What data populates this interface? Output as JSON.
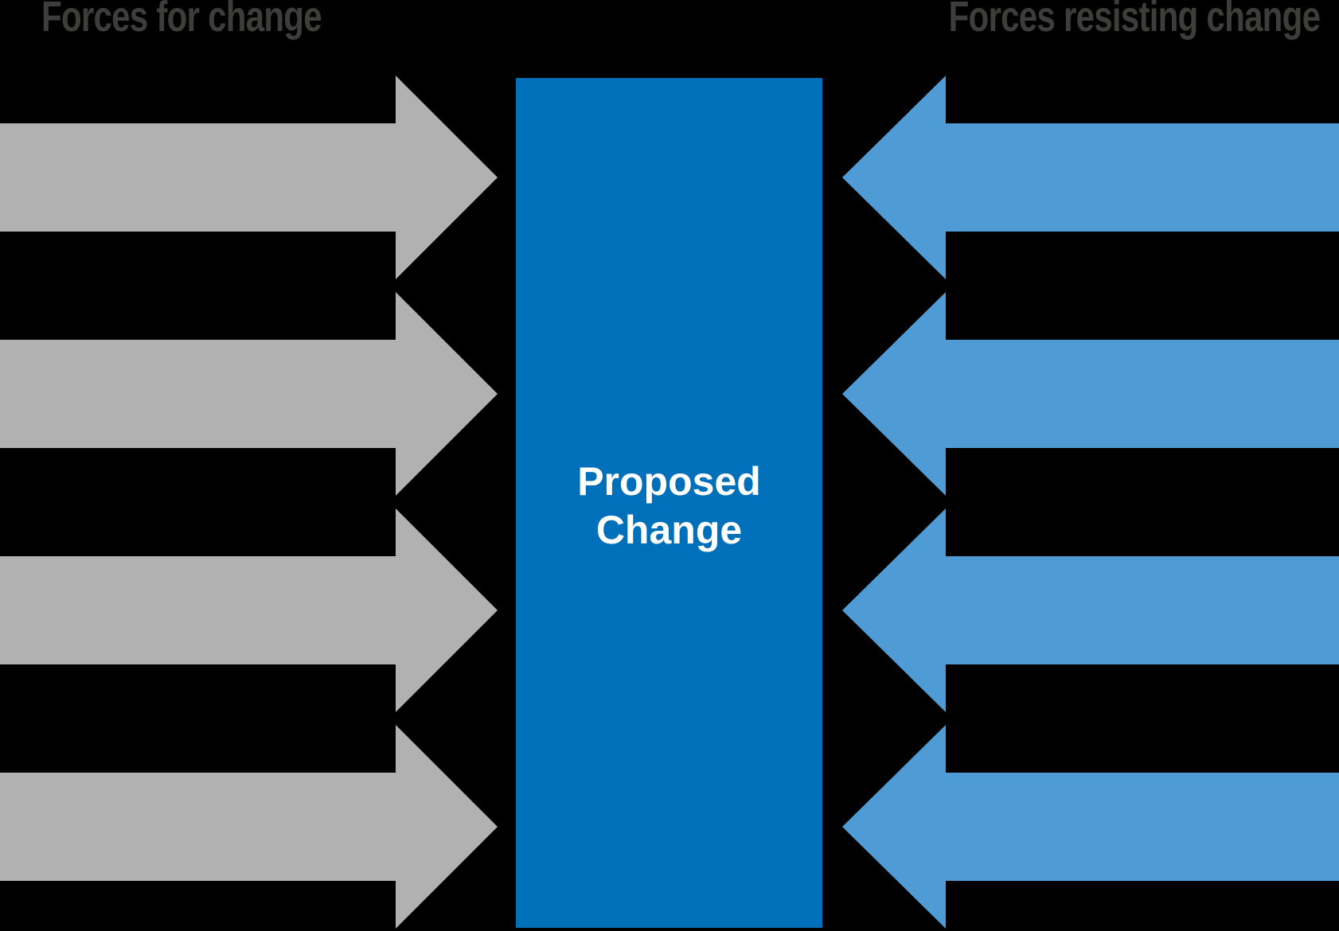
{
  "diagram": {
    "left_title": "Forces for change",
    "right_title": "Forces resisting change",
    "center_box": {
      "label": "Proposed Change",
      "label_lines": [
        "Proposed",
        "Change"
      ]
    },
    "driving_forces_count": 4,
    "resisting_forces_count": 4,
    "colors": {
      "background": "#000000",
      "heading_text": "#3d3d3c",
      "driving_arrow": "#b1b1b1",
      "resisting_arrow": "#4f9bd5",
      "change_box": "#0070ba",
      "center_text": "#ffffff"
    }
  }
}
